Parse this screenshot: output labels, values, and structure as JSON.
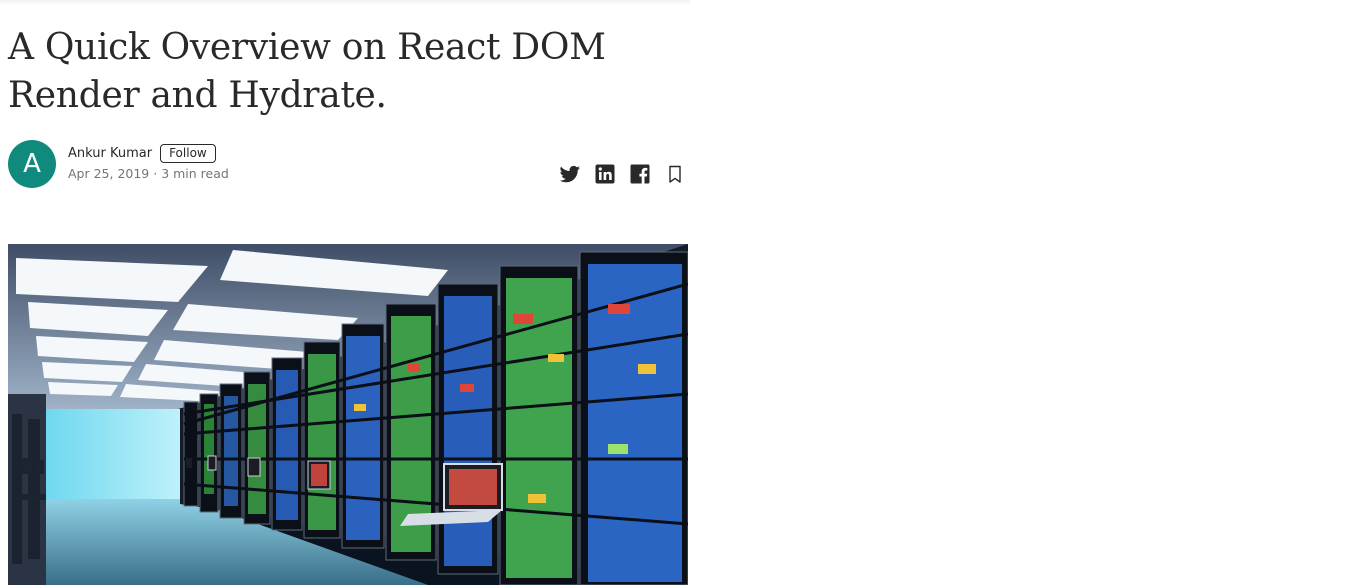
{
  "article": {
    "title": "A Quick Overview on React DOM Render and Hydrate.",
    "author": {
      "initial": "A",
      "name": "Ankur Kumar",
      "follow_label": "Follow",
      "avatar_color": "#0f8a7c"
    },
    "meta": {
      "date": "Apr 25, 2019",
      "separator": " · ",
      "read_time": "3 min read"
    },
    "share": [
      {
        "name": "twitter-icon"
      },
      {
        "name": "linkedin-icon"
      },
      {
        "name": "facebook-icon"
      },
      {
        "name": "bookmark-icon"
      }
    ],
    "hero_image": {
      "subject": "server-room-icon"
    }
  },
  "colors": {
    "text": "#292929",
    "muted": "#757575",
    "accent": "#0f8a7c"
  }
}
